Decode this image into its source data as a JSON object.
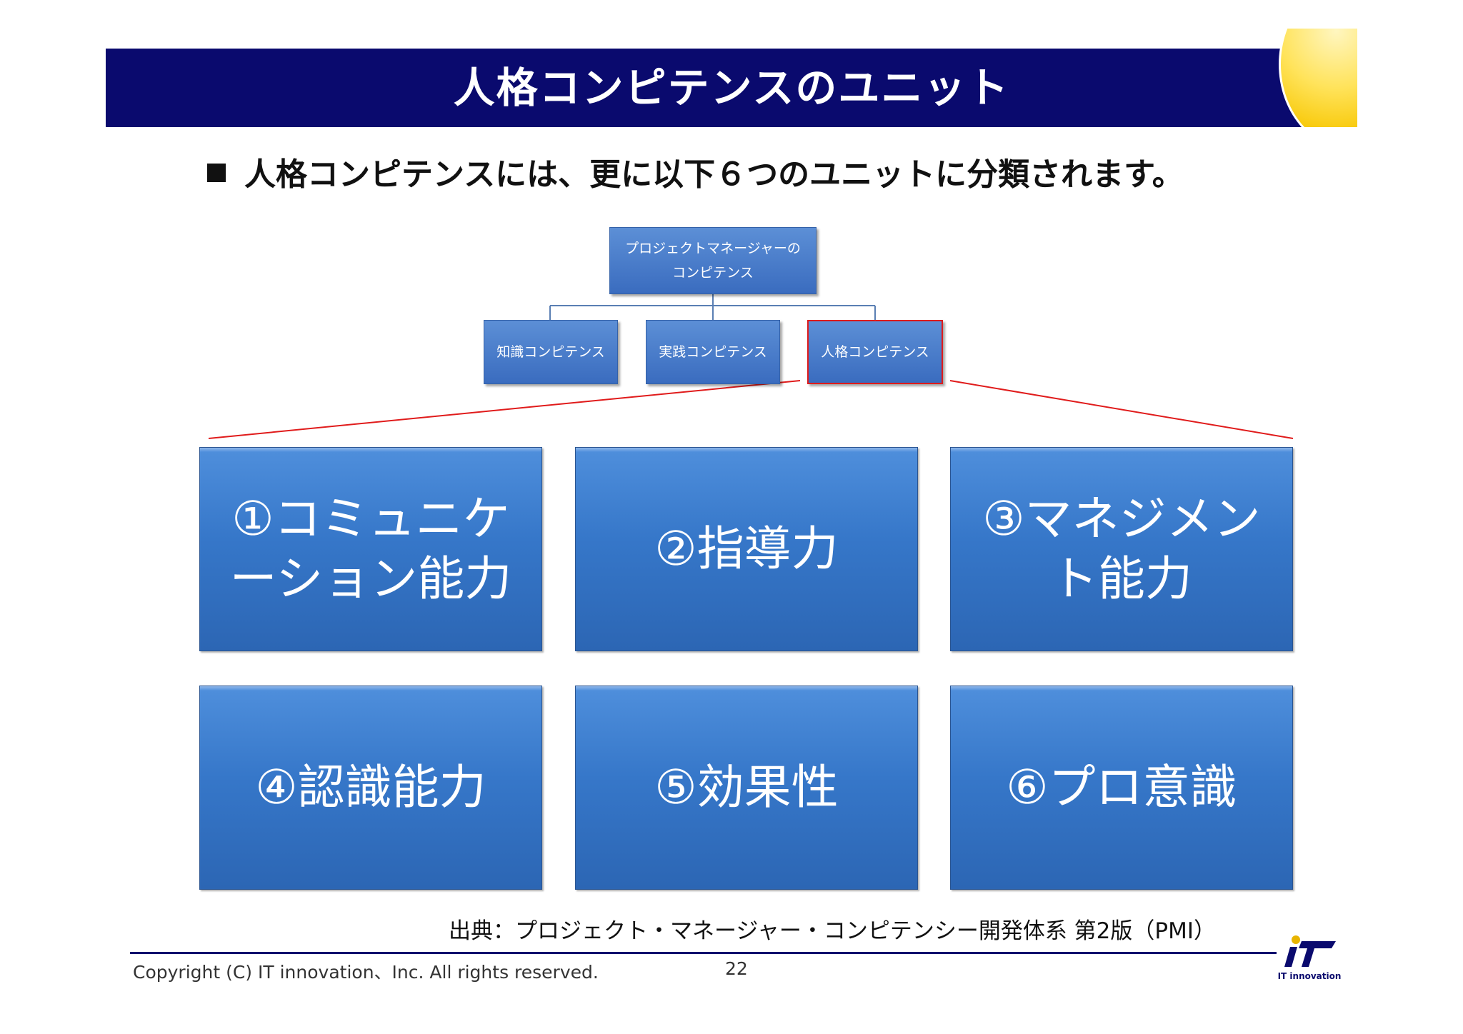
{
  "header": {
    "title": "人格コンピテンスのユニット"
  },
  "bullet": {
    "text": "人格コンピテンスには、更に以下６つのユニットに分類されます。"
  },
  "org_chart": {
    "root": {
      "line1": "プロジェクトマネージャーの",
      "line2": "コンピテンス"
    },
    "children": [
      {
        "label": "知識コンピテンス"
      },
      {
        "label": "実践コンピテンス"
      },
      {
        "label": "人格コンピテンス",
        "highlighted": true
      }
    ]
  },
  "units": [
    {
      "label": "①コミュニケーション能力"
    },
    {
      "label": "②指導力"
    },
    {
      "label": "③マネジメント能力"
    },
    {
      "label": "④認識能力"
    },
    {
      "label": "⑤効果性"
    },
    {
      "label": "⑥プロ意識"
    }
  ],
  "source": "出典：プロジェクト・マネージャー・コンピテンシー開発体系 第2版（PMI）",
  "footer": {
    "copyright": "Copyright (C) IT innovation、Inc. All rights reserved.",
    "page": "22",
    "logo_text": "IT innovation"
  },
  "colors": {
    "title_bar": "#0a0a6e",
    "box_blue": "#3677c9",
    "highlight": "#e01b1b",
    "connector": "#5a7fb3"
  }
}
